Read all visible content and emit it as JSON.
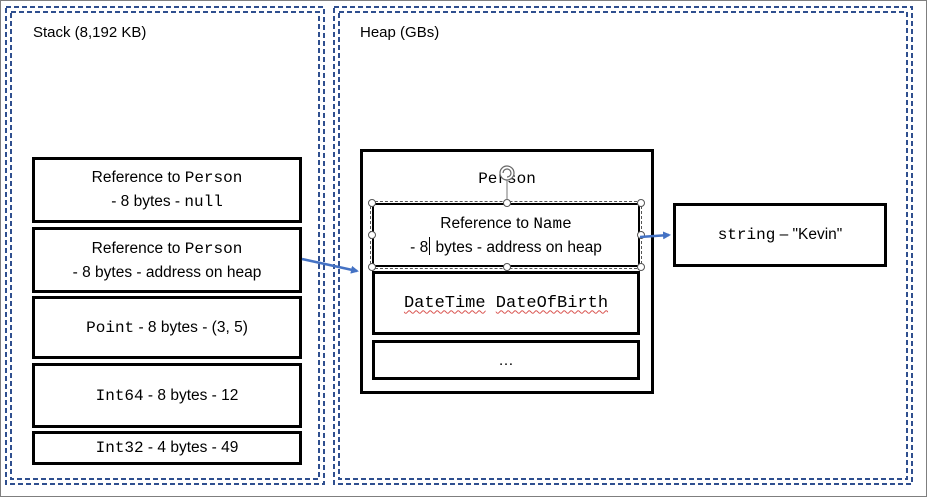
{
  "regions": {
    "stack_label": "Stack (8,192 KB)",
    "heap_label": "Heap (GBs)"
  },
  "stack": {
    "frames": [
      {
        "line1_prefix": "Reference to ",
        "line1_type": "Person",
        "line2_prefix": "- 8 bytes - ",
        "line2_value": "null"
      },
      {
        "line1_prefix": "Reference to ",
        "line1_type": "Person",
        "line2_text": "- 8 bytes - address on heap"
      },
      {
        "type": "Point",
        "text": " - 8 bytes - (3, 5)"
      },
      {
        "type": "Int64",
        "text": " - 8 bytes - 12"
      },
      {
        "type": "Int32",
        "text": " - 4 bytes - 49"
      }
    ]
  },
  "heap": {
    "person": {
      "title": "Person",
      "name_field": {
        "line1_prefix": "Reference to ",
        "line1_type": "Name",
        "line2_a": "- 8",
        "line2_b": " bytes - address on heap"
      },
      "dob_field": {
        "type": "DateTime",
        "name": "DateOfBirth"
      },
      "more": "…"
    },
    "string_object": {
      "type": "string",
      "text": " – \"Kevin\""
    }
  },
  "colors": {
    "region_border": "#2f4f8f",
    "arrow": "#4472c4",
    "box_border": "#000000",
    "spellcheck": "#d9534f"
  },
  "icons": [
    "rotate-handle-icon",
    "arrow-icon"
  ]
}
